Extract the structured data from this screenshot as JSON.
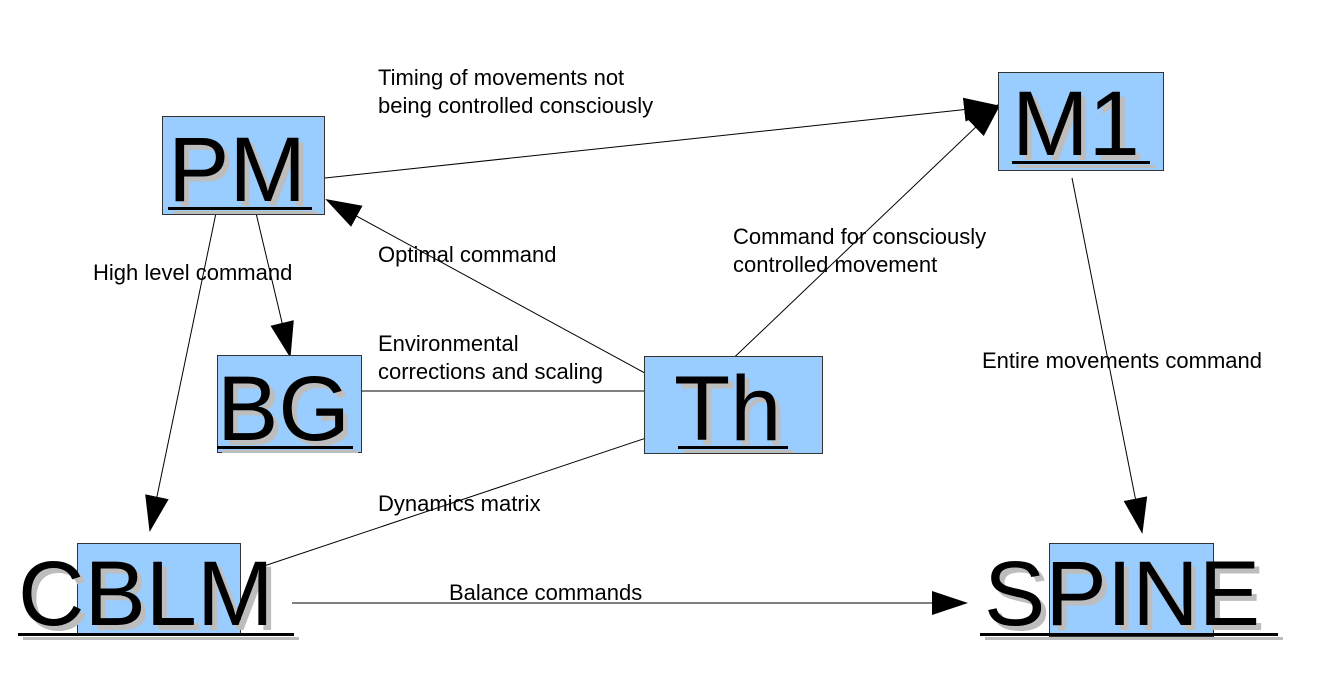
{
  "nodes": {
    "pm": {
      "label": "PM"
    },
    "m1": {
      "label": "M1"
    },
    "bg": {
      "label": "BG"
    },
    "th": {
      "label": "Th"
    },
    "cblm": {
      "label": "CBLM"
    },
    "spine": {
      "label": "SPINE"
    }
  },
  "edges": {
    "pm_to_m1": {
      "label_line1": "Timing of movements not",
      "label_line2": "being controlled consciously"
    },
    "pm_to_cblm": {
      "label": "High level command"
    },
    "th_to_pm": {
      "label": "Optimal command"
    },
    "th_to_m1": {
      "label_line1": "Command for consciously",
      "label_line2": "controlled movement"
    },
    "bg_to_th": {
      "label_line1": "Environmental",
      "label_line2": "corrections and scaling"
    },
    "cblm_to_th": {
      "label": "Dynamics matrix"
    },
    "m1_to_spine": {
      "label": "Entire movements command"
    },
    "cblm_to_spine": {
      "label": "Balance commands"
    }
  },
  "colors": {
    "box_fill": "#99ccff",
    "line": "#000000",
    "shadow": "#bdbdbd"
  }
}
